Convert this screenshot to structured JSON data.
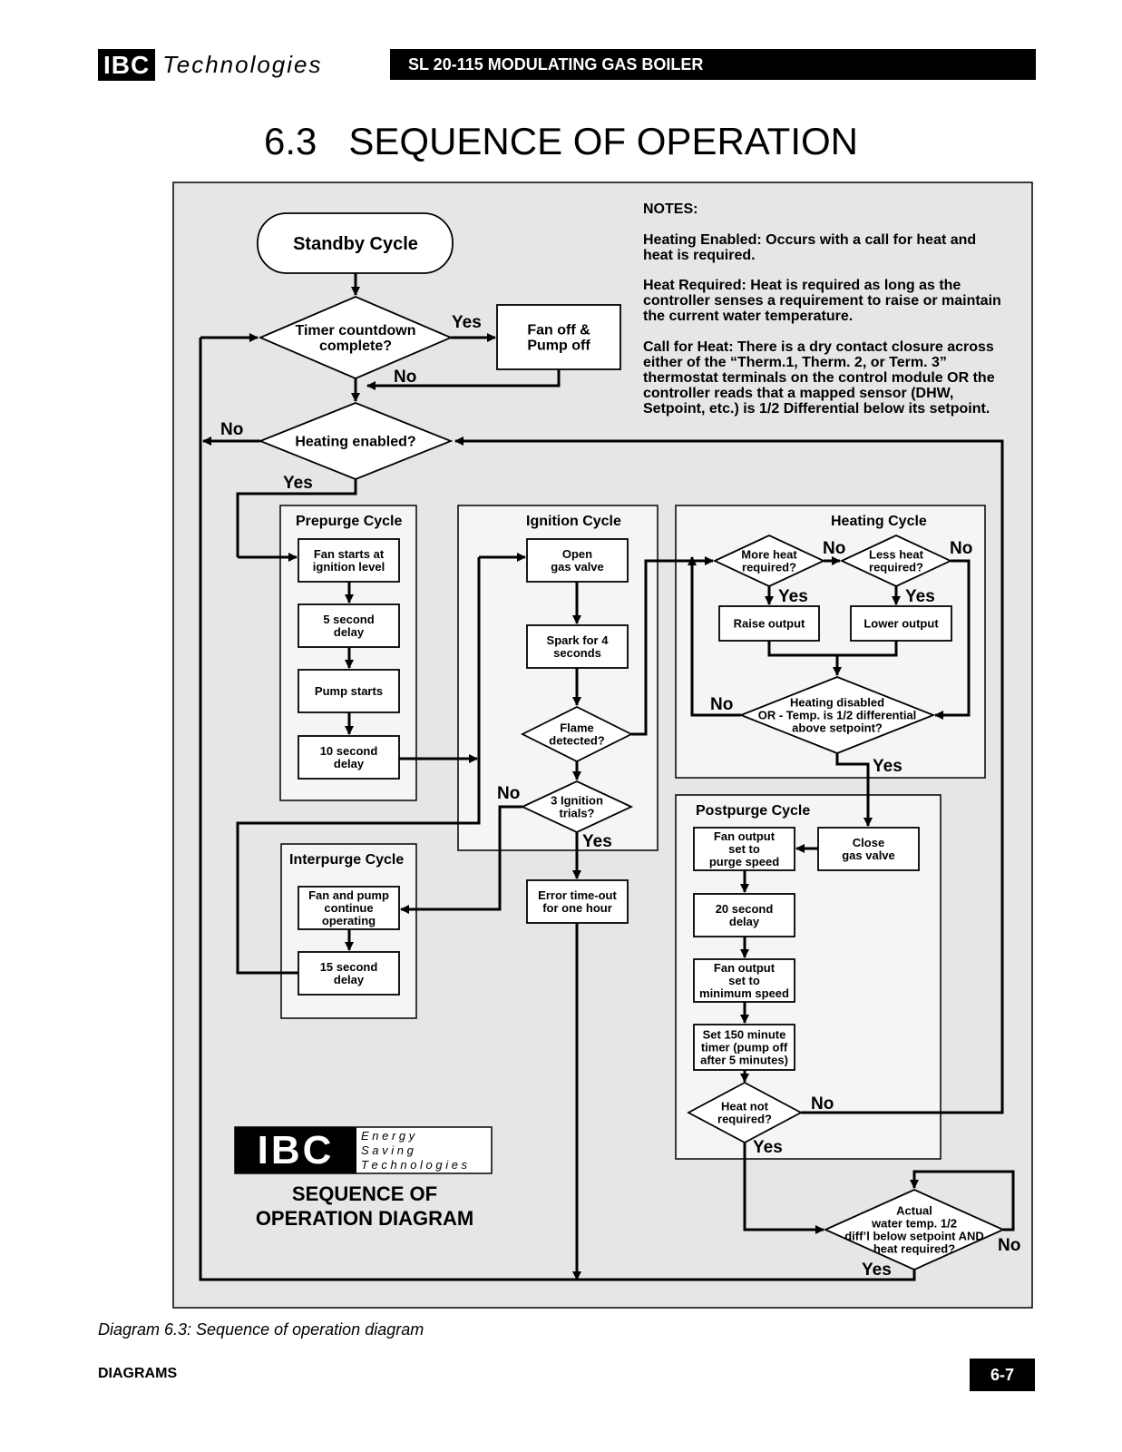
{
  "header": {
    "logo_text": "IBC",
    "logo_subtext": "Technologies",
    "product_title": "SL 20-115 MODULATING GAS BOILER"
  },
  "page_title": "6.3   SEQUENCE OF OPERATION",
  "notes": {
    "heading": "NOTES:",
    "lines": [
      "Heating Enabled: Occurs with a call for heat and",
      "heat is required.",
      "Heat Required: Heat is required as long as the",
      "controller senses a requirement to raise or maintain",
      "the current water temperature.",
      "Call for Heat: There is a dry contact closure across",
      "either of the “Therm.1, Therm. 2, or Term. 3”",
      "thermostat terminals on the control module OR the",
      "controller reads that a mapped sensor (DHW,",
      "Setpoint, etc.) is 1/2 Differential below its setpoint."
    ]
  },
  "nodes": {
    "standby": "Standby Cycle",
    "timer": [
      "Timer countdown",
      "complete?"
    ],
    "fan_off": [
      "Fan off &",
      "Pump off"
    ],
    "heating_enabled": "Heating enabled?",
    "prepurge_title": "Prepurge Cycle",
    "fan_starts": [
      "Fan starts at",
      "ignition level"
    ],
    "delay5": [
      "5 second",
      "delay"
    ],
    "pump_starts": "Pump starts",
    "delay10": [
      "10 second",
      "delay"
    ],
    "ignition_title": "Ignition Cycle",
    "open_gas": [
      "Open",
      "gas valve"
    ],
    "spark": [
      "Spark for 4",
      "seconds"
    ],
    "flame": [
      "Flame",
      "detected?"
    ],
    "ign_trials": [
      "3 Ignition",
      "trials?"
    ],
    "error_timeout": [
      "Error time-out",
      "for one hour"
    ],
    "interpurge_title": "Interpurge Cycle",
    "fan_pump_cont": [
      "Fan and pump",
      "continue",
      "operating"
    ],
    "delay15": [
      "15 second",
      "delay"
    ],
    "heating_title": "Heating Cycle",
    "more_heat": [
      "More heat",
      "required?"
    ],
    "less_heat": [
      "Less heat",
      "required?"
    ],
    "raise_output": "Raise output",
    "lower_output": "Lower output",
    "heat_disabled": [
      "Heating disabled",
      "OR - Temp. is 1/2 differential",
      "above setpoint?"
    ],
    "postpurge_title": "Postpurge Cycle",
    "close_gas": [
      "Close",
      "gas valve"
    ],
    "fan_purge": [
      "Fan output",
      "set to",
      "purge speed"
    ],
    "delay20": [
      "20 second",
      "delay"
    ],
    "fan_min": [
      "Fan output",
      "set to",
      "minimum speed"
    ],
    "set_timer": [
      "Set 150 minute",
      "timer (pump off",
      "after 5 minutes)"
    ],
    "heat_not_req": [
      "Heat not",
      "required?"
    ],
    "actual_temp": [
      "Actual",
      "water temp. 1/2",
      "diff’l below setpoint AND",
      "heat required?"
    ]
  },
  "labels": {
    "yes": "Yes",
    "no": "No"
  },
  "brand": {
    "logo": "IBC",
    "tagline": [
      "E n e r g y",
      "S a v i n g",
      "T e c h n o l o g i e s"
    ],
    "caption": [
      "SEQUENCE OF",
      "OPERATION DIAGRAM"
    ]
  },
  "figure_caption": "Diagram 6.3: Sequence of operation diagram",
  "footer": {
    "section": "DIAGRAMS",
    "page": "6-7"
  }
}
